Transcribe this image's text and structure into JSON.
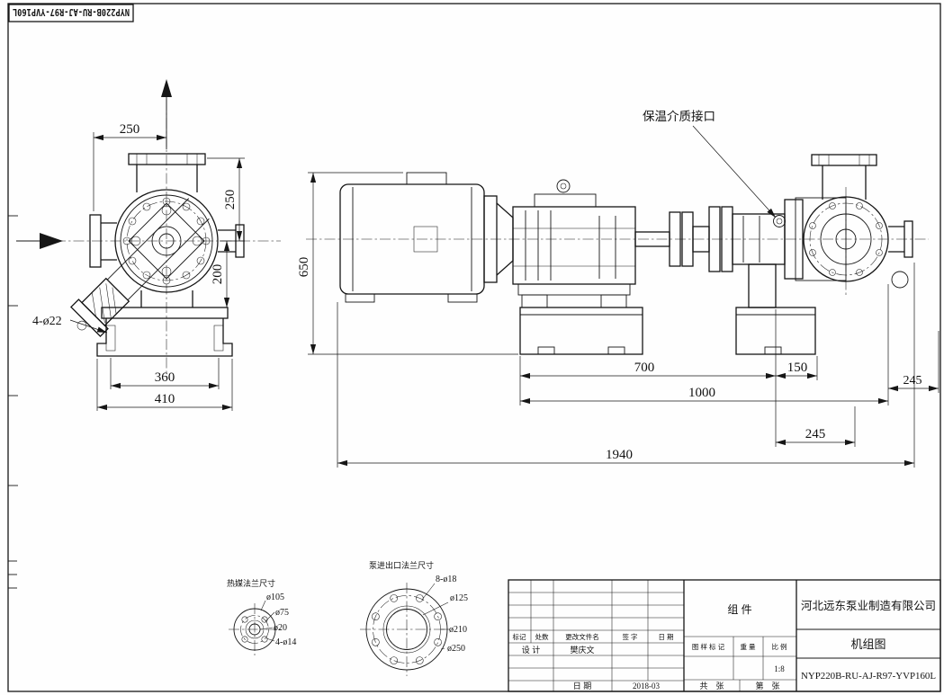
{
  "sheet": {
    "border_part_number": "NYP220B-RU-AJ-R97-YVP160L"
  },
  "front_view": {
    "dim_flange_to_center": "250",
    "dim_center_to_top_flange": "250",
    "dim_center_to_base": "200",
    "foundation_holes": "4-ø22",
    "dim_hole_spacing": "360",
    "dim_base_width": "410"
  },
  "side_view": {
    "heating_port_callout": "保温介质接口",
    "dim_height": "650",
    "dim_base_span": "700",
    "dim_base_overhang": "150",
    "dim_base_length": "1000",
    "dim_right_upper": "245",
    "dim_right_lower": "245",
    "dim_overall": "1940"
  },
  "heat_flange": {
    "title": "热媒法兰尺寸",
    "outer_dia": "ø105",
    "bolt_circle_dia": "ø75",
    "bore_dia": "ø20",
    "bolt_holes": "4-ø14"
  },
  "port_flange": {
    "title": "泵进出口法兰尺寸",
    "bolt_holes": "8-ø18",
    "bore_dia": "ø125",
    "bolt_circle_dia": "ø210",
    "outer_dia": "ø250"
  },
  "title_block": {
    "assembly_label": "组 件",
    "company": "河北远东泵业制造有限公司",
    "drawing_title": "机组图",
    "drawing_number": "NYP220B-RU-AJ-R97-YVP160L",
    "rev_mark": "标记",
    "rev_count": "处数",
    "rev_file": "更改文件名",
    "rev_sign": "签 字",
    "rev_date": "日 期",
    "design_label": "设 计",
    "designer_name": "樊庆文",
    "stamp_label": "图 样 标 记",
    "weight_label": "重 量",
    "scale_label": "比 例",
    "scale_value": "1:8",
    "date_label": "日 期",
    "date_value": "2018-03",
    "sheets_total": "共　张",
    "sheet_number": "第　张"
  }
}
